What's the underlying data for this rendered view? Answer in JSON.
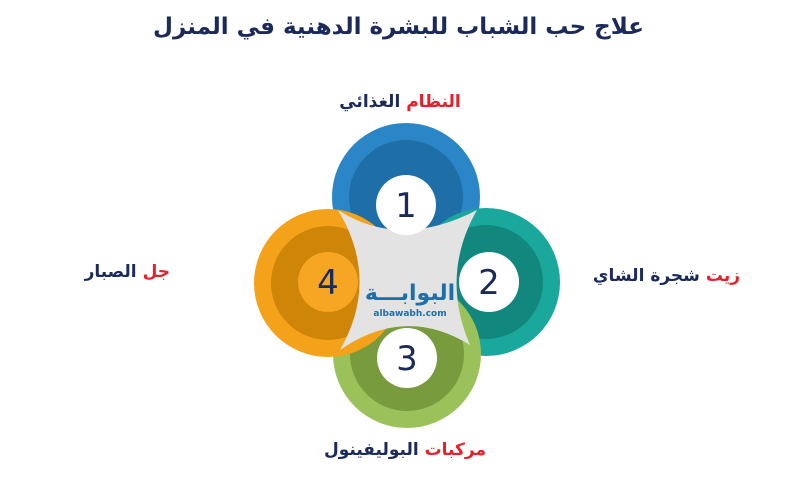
{
  "title": "علاج حب الشباب للبشرة الدهنية في المنزل",
  "nodes": [
    {
      "number": "1",
      "highlight": "النظام",
      "rest": "الغذائي",
      "color": "#1f77b4"
    },
    {
      "number": "2",
      "highlight": "زيت",
      "rest": "شجرة الشاي",
      "color": "#17a398"
    },
    {
      "number": "3",
      "highlight": "مركبات",
      "rest": "البوليفينول",
      "color": "#8db34a"
    },
    {
      "number": "4",
      "highlight": "جل",
      "rest": "الصبار",
      "color": "#f39c12"
    }
  ],
  "center": {
    "logo_text": "البوابـــة",
    "logo_sub": "albawabh.com"
  },
  "colors": {
    "accent": "#e3222b",
    "text": "#1b2a59",
    "center": "#e5e5e5"
  }
}
